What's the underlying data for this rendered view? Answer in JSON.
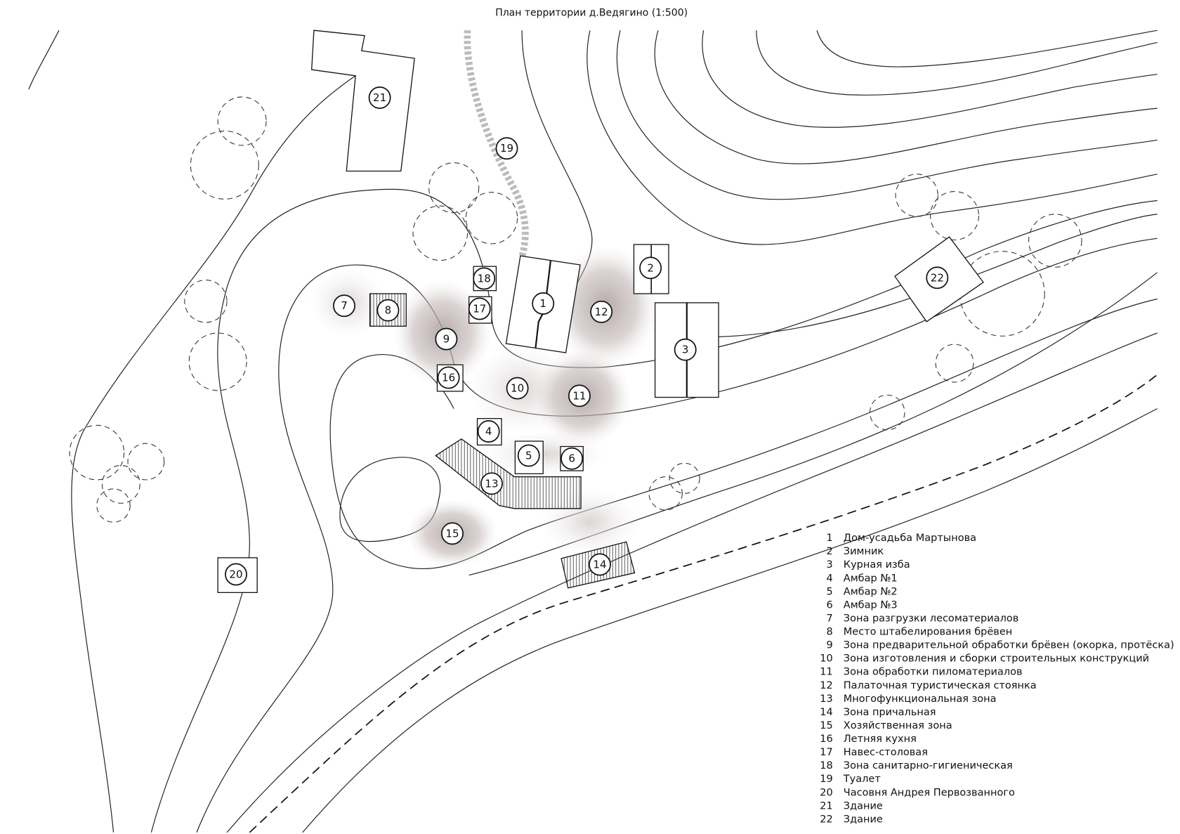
{
  "title": "План территории д.Ведягино (1:500)",
  "legend": [
    {
      "num": "1",
      "label": "Дом-усадьба Мартынова"
    },
    {
      "num": "2",
      "label": "Зимник"
    },
    {
      "num": "3",
      "label": "Курная изба"
    },
    {
      "num": "4",
      "label": "Амбар №1"
    },
    {
      "num": "5",
      "label": "Амбар №2"
    },
    {
      "num": "6",
      "label": "Амбар №3"
    },
    {
      "num": "7",
      "label": "Зона разгрузки лесоматериалов"
    },
    {
      "num": "8",
      "label": "Место штабелирования брёвен"
    },
    {
      "num": "9",
      "label": "Зона предварительной обработки брёвен (окорка, протёска)"
    },
    {
      "num": "10",
      "label": "Зона изготовления и сборки строительных конструкций"
    },
    {
      "num": "11",
      "label": "Зона обработки пиломатериалов"
    },
    {
      "num": "12",
      "label": "Палаточная туристическая стоянка"
    },
    {
      "num": "13",
      "label": "Многофункциональная зона"
    },
    {
      "num": "14",
      "label": "Зона причальная"
    },
    {
      "num": "15",
      "label": "Хозяйственная зона"
    },
    {
      "num": "16",
      "label": "Летняя кухня"
    },
    {
      "num": "17",
      "label": "Навес-столовая"
    },
    {
      "num": "18",
      "label": "Зона санитарно-гигиеническая"
    },
    {
      "num": "19",
      "label": "Туалет"
    },
    {
      "num": "20",
      "label": "Часовня Андрея Первозванного"
    },
    {
      "num": "21",
      "label": "Здание"
    },
    {
      "num": "22",
      "label": "Здание"
    }
  ],
  "markers": [
    "1",
    "2",
    "3",
    "4",
    "5",
    "6",
    "7",
    "8",
    "9",
    "10",
    "11",
    "12",
    "13",
    "14",
    "15",
    "16",
    "17",
    "18",
    "19",
    "20",
    "21",
    "22"
  ],
  "colors": {
    "zone": "#b8aaa8",
    "line": "#222222"
  }
}
